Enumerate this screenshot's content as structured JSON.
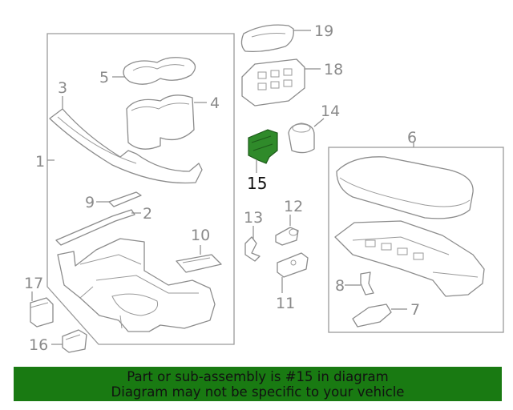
{
  "diagram": {
    "callouts": {
      "c1": "1",
      "c2": "2",
      "c3": "3",
      "c4": "4",
      "c5": "5",
      "c6": "6",
      "c7": "7",
      "c8": "8",
      "c9": "9",
      "c10": "10",
      "c11": "11",
      "c12": "12",
      "c13": "13",
      "c14": "14",
      "c15": "15",
      "c16": "16",
      "c17": "17",
      "c18": "18",
      "c19": "19"
    },
    "highlighted_part": "15",
    "highlight_color": "#2f8a2a",
    "line_color": "#8c8c8c"
  },
  "banner": {
    "line1": "Part or sub-assembly is #15 in diagram",
    "line2": "Diagram may not be specific to your vehicle",
    "background": "#197a12"
  }
}
